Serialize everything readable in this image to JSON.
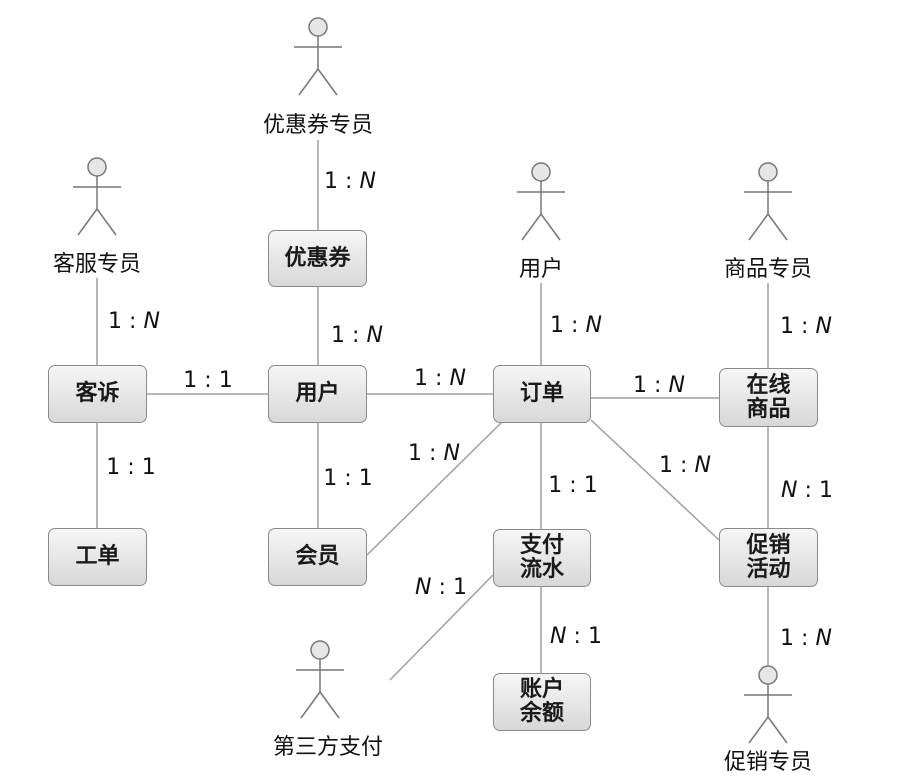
{
  "entities": {
    "coupon": "优惠券",
    "complaint": "客诉",
    "user": "用户",
    "order": "订单",
    "online_goods": "在线\n商品",
    "work_order": "工单",
    "member": "会员",
    "payment_flow": "支付\n流水",
    "promotion": "促销\n活动",
    "account_balance": "账户\n余额"
  },
  "actors": {
    "coupon_staff": "优惠券专员",
    "service_staff": "客服专员",
    "user_actor": "用户",
    "goods_staff": "商品专员",
    "third_party_pay": "第三方支付",
    "promo_staff": "促销专员"
  },
  "relations": [
    {
      "id": "coupon-staff-coupon",
      "left": "1",
      "sep": ":",
      "right": "N"
    },
    {
      "id": "service-complaint",
      "left": "1",
      "sep": ":",
      "right": "N"
    },
    {
      "id": "coupon-user",
      "left": "1",
      "sep": ":",
      "right": "N"
    },
    {
      "id": "user-actor-order",
      "left": "1",
      "sep": ":",
      "right": "N"
    },
    {
      "id": "goods-staff-goods",
      "left": "1",
      "sep": ":",
      "right": "N"
    },
    {
      "id": "complaint-user",
      "left": "1",
      "sep": ":",
      "right": "1"
    },
    {
      "id": "user-order",
      "left": "1",
      "sep": ":",
      "right": "N"
    },
    {
      "id": "order-goods",
      "left": "1",
      "sep": ":",
      "right": "N"
    },
    {
      "id": "complaint-workorder",
      "left": "1",
      "sep": ":",
      "right": "1"
    },
    {
      "id": "user-member",
      "left": "1",
      "sep": ":",
      "right": "1"
    },
    {
      "id": "order-member",
      "left": "1",
      "sep": ":",
      "right": "N"
    },
    {
      "id": "order-payment",
      "left": "1",
      "sep": ":",
      "right": "1"
    },
    {
      "id": "order-promotion",
      "left": "1",
      "sep": ":",
      "right": "N"
    },
    {
      "id": "goods-promotion",
      "left": "N",
      "sep": ":",
      "right": "1"
    },
    {
      "id": "thirdparty-payment",
      "left": "N",
      "sep": ":",
      "right": "1"
    },
    {
      "id": "payment-balance",
      "left": "N",
      "sep": ":",
      "right": "1"
    },
    {
      "id": "promotion-promostaff",
      "left": "1",
      "sep": ":",
      "right": "N"
    }
  ],
  "colors": {
    "line": "#a0a0a0",
    "box_border": "#8a8a8a",
    "box_fill_top": "#f6f6f6",
    "box_fill_bottom": "#d8d8d8",
    "actor_stroke": "#777777"
  }
}
